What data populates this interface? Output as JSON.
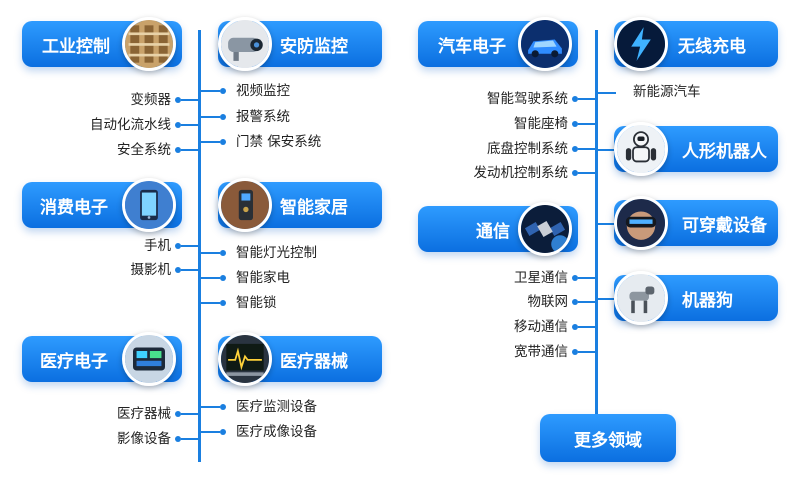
{
  "left_column": {
    "industrial": {
      "title": "工业控制",
      "icon": "warehouse-icon",
      "items": [
        "变频器",
        "自动化流水线",
        "安全系统"
      ]
    },
    "security": {
      "title": "安防监控",
      "icon": "security-camera-icon",
      "items": [
        "视频监控",
        "报警系统",
        "门禁 保安系统"
      ]
    },
    "consumer": {
      "title": "消费电子",
      "icon": "smartphone-icon",
      "items": [
        "手机",
        "摄影机"
      ]
    },
    "smarthome": {
      "title": "智能家居",
      "icon": "smart-lock-icon",
      "items": [
        "智能灯光控制",
        "智能家电",
        "智能锁"
      ]
    },
    "medical_electronics": {
      "title": "医疗电子",
      "icon": "medical-monitor-icon",
      "items": [
        "医疗器械",
        "影像设备"
      ]
    },
    "medical_equipment": {
      "title": "医疗器械",
      "icon": "ecg-monitor-icon",
      "items": [
        "医疗监测设备",
        "医疗成像设备"
      ]
    }
  },
  "right_column": {
    "automotive": {
      "title": "汽车电子",
      "icon": "car-icon",
      "items": [
        "智能驾驶系统",
        "智能座椅",
        "底盘控制系统",
        "发动机控制系统"
      ]
    },
    "wireless": {
      "title": "无线充电",
      "icon": "lightning-icon",
      "items": [
        "新能源汽车"
      ]
    },
    "humanoid": {
      "title": "人形机器人",
      "icon": "humanoid-robot-icon"
    },
    "telecom": {
      "title": "通信",
      "icon": "satellite-icon",
      "items": [
        "卫星通信",
        "物联网",
        "移动通信",
        "宽带通信"
      ]
    },
    "wearable": {
      "title": "可穿戴设备",
      "icon": "vr-headset-icon"
    },
    "robodog": {
      "title": "机器狗",
      "icon": "robot-dog-icon"
    }
  },
  "more_button": "更多领域",
  "colors": {
    "accent": "#1a7fe0",
    "box_top": "#2e9bff",
    "box_bottom": "#0b6fe0"
  }
}
